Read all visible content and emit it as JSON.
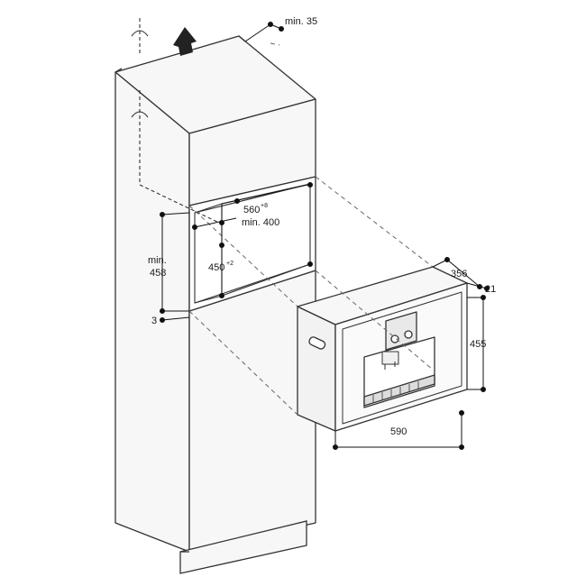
{
  "dimensions": {
    "top_clearance": "min. 35",
    "niche_width": "560",
    "niche_width_tol": "+8",
    "niche_depth_min": "min. 400",
    "niche_height_min_line1": "min.",
    "niche_height_min_line2": "458",
    "appliance_niche_height": "450",
    "appliance_niche_height_tol": "+2",
    "bottom_gap": "3",
    "appliance_depth": "356",
    "front_panel_depth": "21",
    "appliance_height": "455",
    "appliance_width": "590"
  },
  "colors": {
    "line": "#333333",
    "fill": "#f6f6f6",
    "dim": "#111111"
  }
}
